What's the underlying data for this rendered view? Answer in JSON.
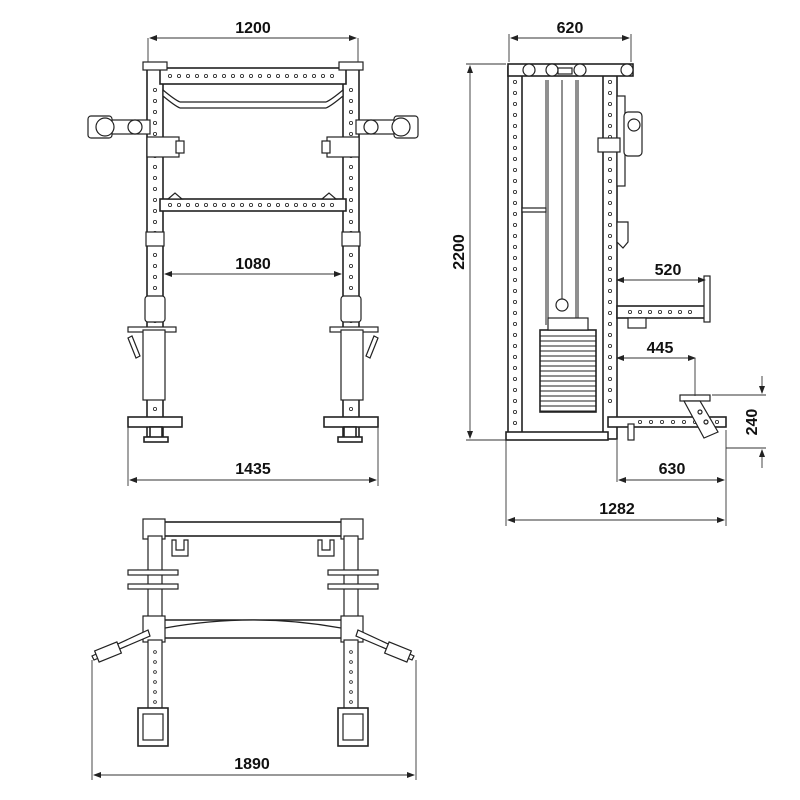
{
  "dimensions": {
    "front_width_top": "1200",
    "front_inner_width": "1080",
    "front_base_width": "1435",
    "side_top_depth": "620",
    "side_height": "2200",
    "side_arm_length": "520",
    "side_bench_offset": "445",
    "side_bench_height": "240",
    "side_footplate": "630",
    "side_total_depth": "1282",
    "top_total_width": "1890"
  },
  "colors": {
    "line": "#222222",
    "background": "#ffffff"
  }
}
